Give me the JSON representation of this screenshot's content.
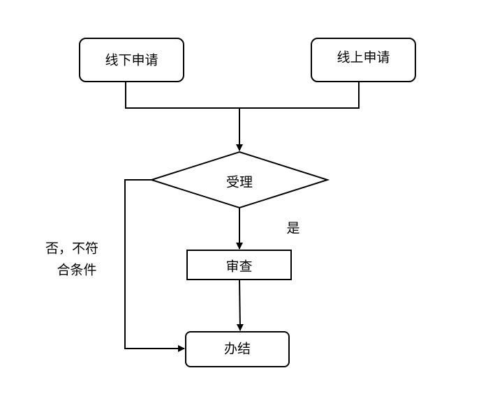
{
  "diagram": {
    "nodes": {
      "offline_apply": "线下申请",
      "online_apply": "线上申请",
      "accept": "受理",
      "review": "审查",
      "complete": "办结"
    },
    "edges": {
      "yes": "是",
      "no_line1": "否，不符",
      "no_line2": "合条件"
    }
  },
  "colors": {
    "stroke": "#000000",
    "background": "#ffffff"
  }
}
